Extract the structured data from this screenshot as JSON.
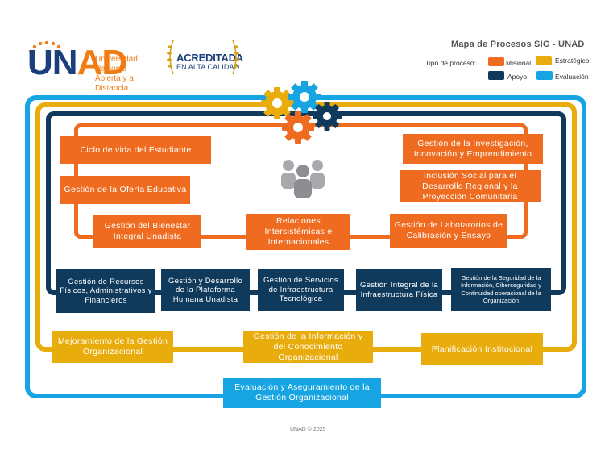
{
  "header": {
    "logo_text_u": "UN",
    "logo_text_ad": "AD",
    "university_line1": "Universidad Nacional",
    "university_line2": "Abierta y a Distancia",
    "accreditation_line1": "ACREDITADA",
    "accreditation_line2": "EN ALTA CALIDAD",
    "map_title": "Mapa de Procesos SIG - UNAD",
    "legend_label": "Tipo de proceso:",
    "legend": [
      {
        "label": "Misional",
        "color": "#ee6b1f"
      },
      {
        "label": "Estratégico",
        "color": "#e9ac0d"
      },
      {
        "label": "Apoyo",
        "color": "#0f3a5c"
      },
      {
        "label": "Evaluación",
        "color": "#16a4e3"
      }
    ]
  },
  "misional": {
    "ciclo_vida": "Ciclo de vida del Estudiante",
    "oferta_educativa": "Gestión de la Oferta Educativa",
    "bienestar": "Gestión del Bienestar Integral Unadista",
    "relaciones": "Relaciones Intersistémicas e Internacionales",
    "investigacion": "Gestión de la Investigación, Innovación y Emprendimiento",
    "inclusion": "Inclusión Social para el Desarrollo Regional y la Proyección Comunitaria",
    "laboratorios": "Gestión de Labotarorios de Calibración y Ensayo"
  },
  "apoyo": {
    "recursos_fisicos": "Gestión de Recursos Físicos, Administrativos y Financieros",
    "talento_humano": "Gestión y Desarrollo de la Plataforma Humana Unadista",
    "servicios_tecnologicos": "Gestión de Servicios de Infraestructura Tecnológica",
    "infraestructura_fisica": "Gestión Integral de la Infraestructura Física",
    "seguridad": "Gestión de la Seguridad de la Información, Ciberseguridad y Continuidad operacional de la Organización"
  },
  "estrategico": {
    "mejoramiento": "Mejoramiento de la Gestión Organizacional",
    "informacion": "Gestión de la Información y del Conocimiento Organizacional",
    "planificacion": "Planificación Institucional"
  },
  "evaluacion": {
    "aseguramiento": "Evaluación y Aseguramiento de la Gestión Organizacional"
  },
  "footer": {
    "copyright": "UNAD © 2025"
  },
  "colors": {
    "misional": "#ee6b1f",
    "estrategico": "#e9ac0d",
    "apoyo": "#0f3a5c",
    "evaluacion": "#16a4e3"
  }
}
